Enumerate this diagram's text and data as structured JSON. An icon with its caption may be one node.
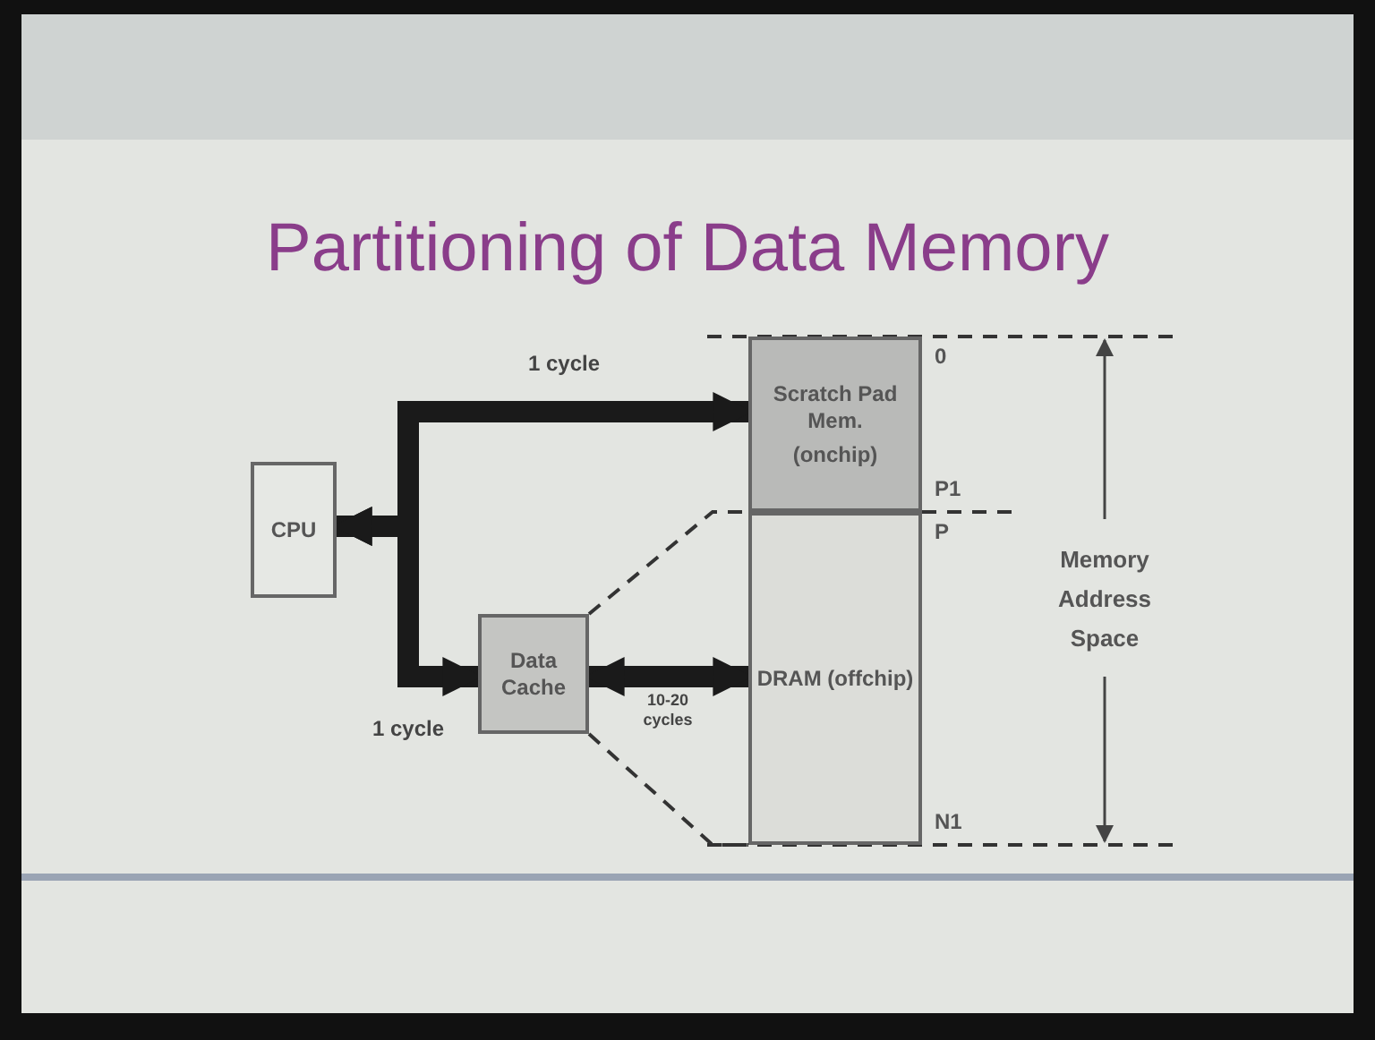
{
  "diagram": {
    "title": "Partitioning of Data Memory",
    "nodes": [
      {
        "text": [
          "CPU"
        ]
      },
      {
        "text": [
          "Scratch Pad Mem.",
          "(onchip)"
        ]
      },
      {
        "text": [
          "Data Cache"
        ]
      },
      {
        "text": [
          "DRAM (offchip)"
        ]
      }
    ],
    "edges": [
      {
        "from": 0,
        "to": 1,
        "arrow": "both",
        "label": "1 cycle"
      },
      {
        "from": 0,
        "to": 2,
        "arrow": "both",
        "label": "1 cycle"
      },
      {
        "from": 2,
        "to": 3,
        "arrow": "both",
        "label": "10-20 cycles"
      },
      {
        "from": 2,
        "to": 3,
        "arrow": "none",
        "style": "dashed"
      },
      {
        "from": 2,
        "to": 3,
        "arrow": "none",
        "style": "dashed"
      }
    ],
    "labels": [
      "0",
      "P1",
      "P",
      "N1",
      "Memory Address Space"
    ]
  }
}
